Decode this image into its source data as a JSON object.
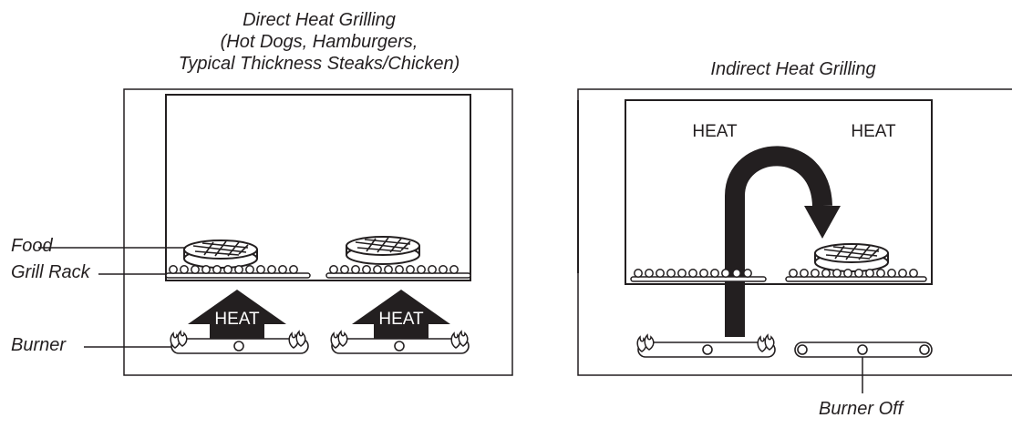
{
  "left_panel": {
    "title_lines": [
      "Direct Heat Grilling",
      "(Hot Dogs, Hamburgers,",
      "Typical Thickness Steaks/Chicken)"
    ],
    "labels": {
      "food": "Food",
      "grill_rack": "Grill Rack",
      "burner": "Burner"
    },
    "heat_arrows": [
      "HEAT",
      "HEAT"
    ]
  },
  "right_panel": {
    "title": "Indirect Heat Grilling",
    "heat_labels": [
      "HEAT",
      "HEAT"
    ],
    "burner_off_label": "Burner Off"
  },
  "colors": {
    "ink": "#231f20",
    "background": "#ffffff"
  },
  "icons": [
    "steak-icon",
    "grill-rack-icon",
    "burner-icon",
    "flame-icon",
    "heat-arrow-icon",
    "curved-heat-arrow-icon"
  ]
}
